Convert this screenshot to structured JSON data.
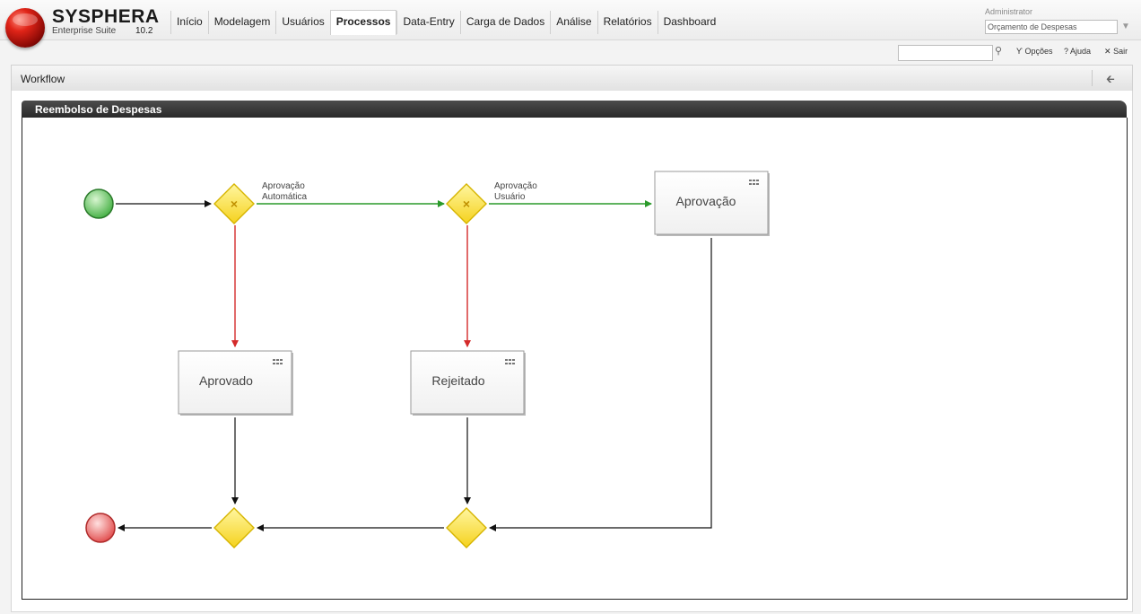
{
  "brand": {
    "name": "SYSPHERA",
    "subtitle": "Enterprise Suite",
    "version": "10.2"
  },
  "nav": {
    "tabs": [
      "Início",
      "Modelagem",
      "Usuários",
      "Processos",
      "Data-Entry",
      "Carga de Dados",
      "Análise",
      "Relatórios",
      "Dashboard"
    ],
    "active": "Processos"
  },
  "user": {
    "name": "Administrator",
    "context": "Orçamento de Despesas"
  },
  "toolbar": {
    "options": "Opções",
    "help": "Ajuda",
    "exit": "Sair"
  },
  "panel": {
    "title": "Workflow"
  },
  "process": {
    "title": "Reembolso de Despesas",
    "flow_labels": {
      "auto_line1": "Aprovação",
      "auto_line2": "Automática",
      "user_line1": "Aprovação",
      "user_line2": "Usuário"
    },
    "tasks": {
      "approval": "Aprovação",
      "approved": "Aprovado",
      "rejected": "Rejeitado"
    }
  },
  "colors": {
    "accept_flow": "#2a9a2a",
    "reject_flow": "#d42a2a",
    "gateway_fill": "#ffe45c",
    "start_event": "#5cc15c",
    "end_event": "#e86a6a"
  },
  "icons": [
    "search-icon",
    "options-icon",
    "help-icon",
    "close-icon",
    "back-arrow-icon",
    "task-grid-icon",
    "exclusive-x-icon",
    "chevron-down-icon"
  ]
}
